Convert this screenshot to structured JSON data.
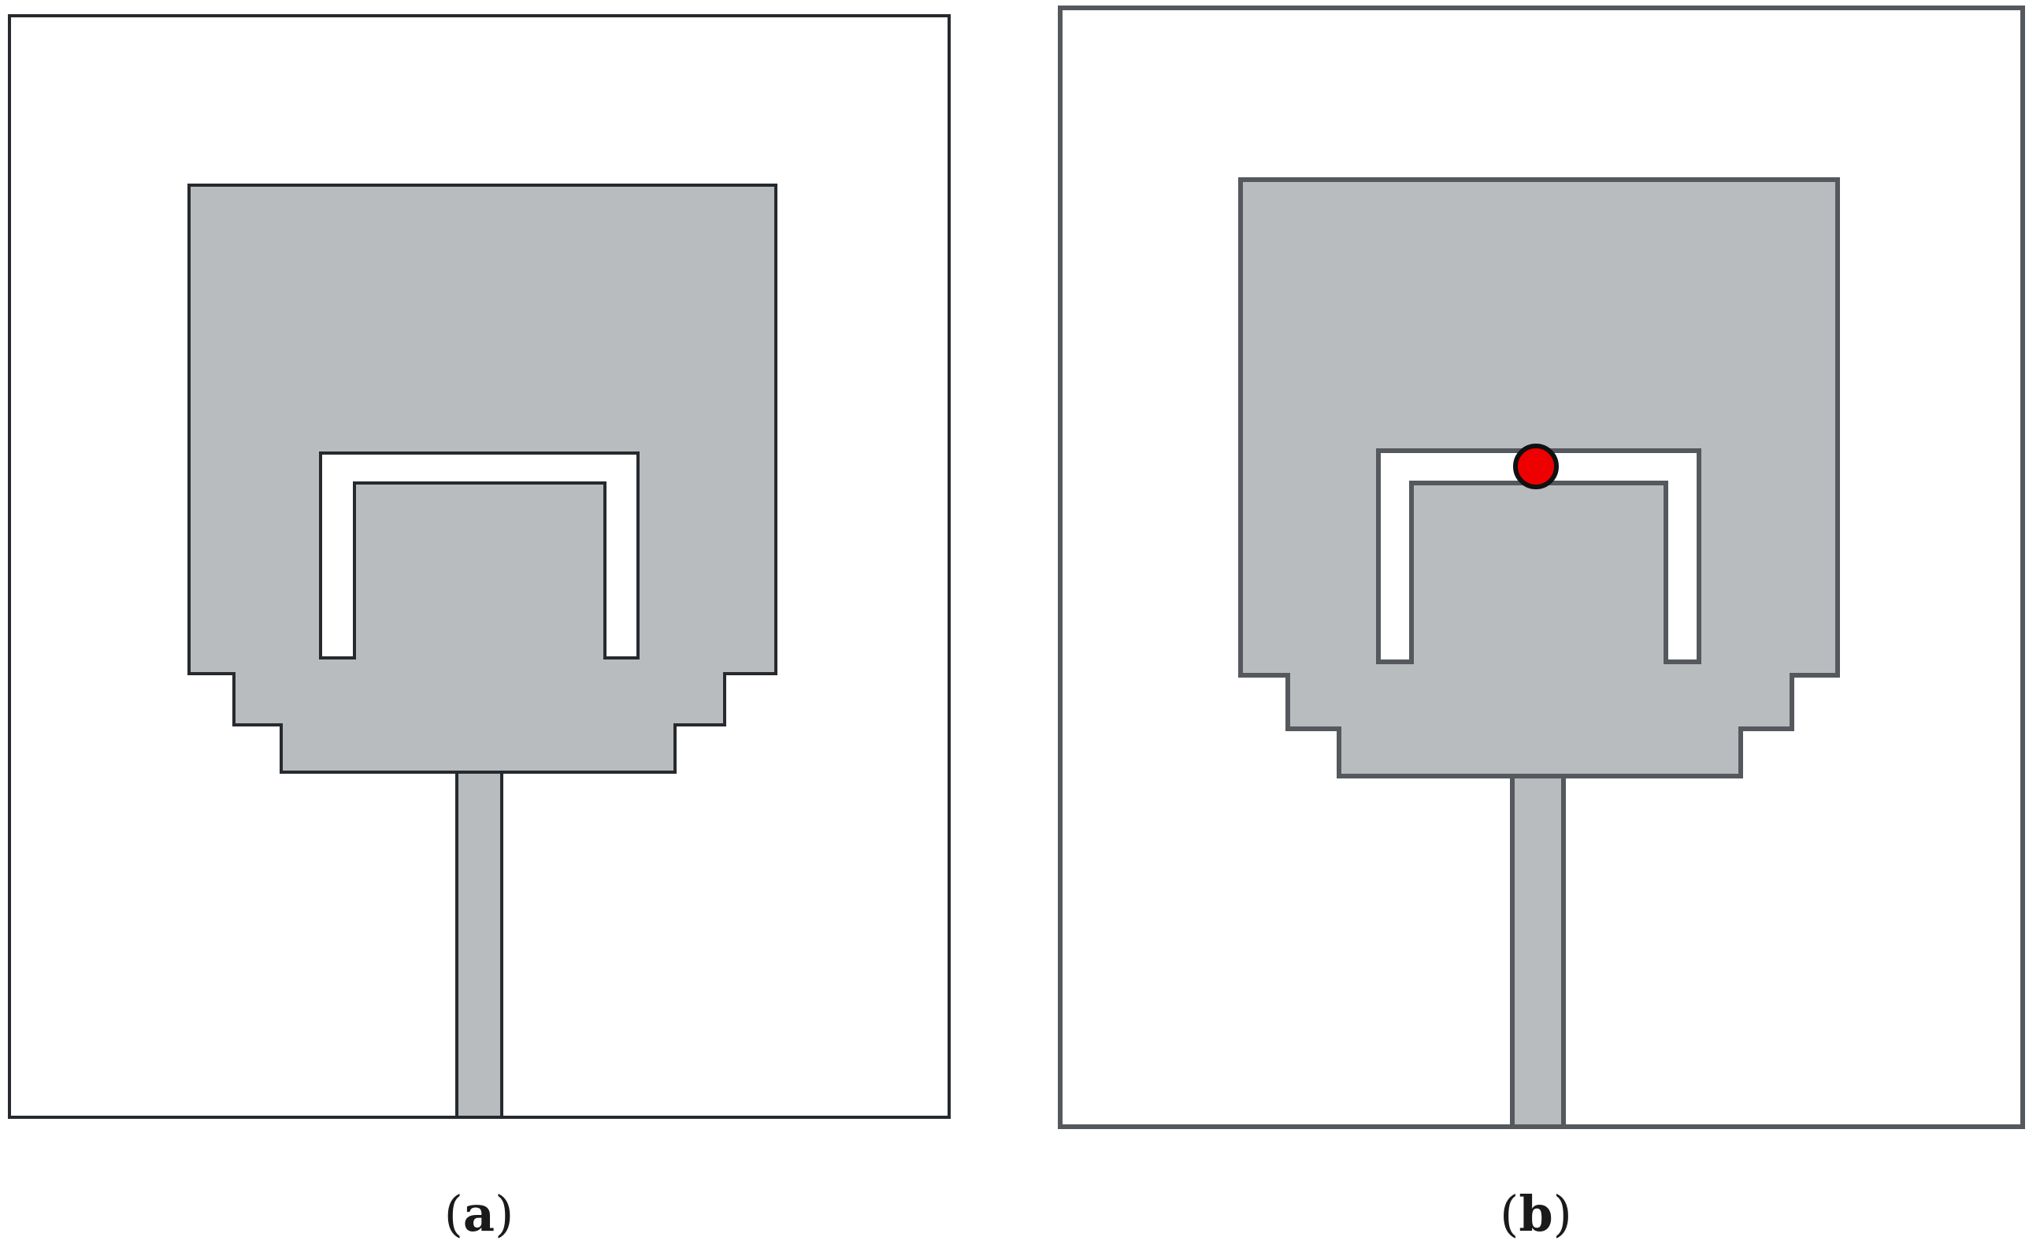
{
  "figure": {
    "panels": [
      {
        "id": "a",
        "caption_open": "(",
        "caption_letter": "a",
        "caption_close": ")",
        "marker": false
      },
      {
        "id": "b",
        "caption_open": "(",
        "caption_letter": "b",
        "caption_close": ")",
        "marker": true
      }
    ]
  },
  "colors": {
    "background": "#ffffff",
    "outline": "#262a2e",
    "outline_b": "#55595d",
    "patch_fill": "#b9bcbe",
    "slot_fill": "#ffffff",
    "marker_fill": "#ee0000",
    "marker_stroke": "#111111"
  }
}
